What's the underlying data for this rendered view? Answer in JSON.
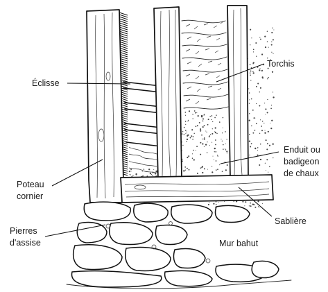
{
  "diagram": {
    "labels": {
      "eclisse": "Éclisse",
      "torchis": "Torchis",
      "enduit_1": "Enduit ou",
      "enduit_2": "badigeon",
      "enduit_3": "de chaux",
      "poteau_1": "Poteau",
      "poteau_2": "cornier",
      "pierres_1": "Pierres",
      "pierres_2": "d'assise",
      "sabliere": "Sablière",
      "mur_bahut": "Mur bahut"
    }
  }
}
